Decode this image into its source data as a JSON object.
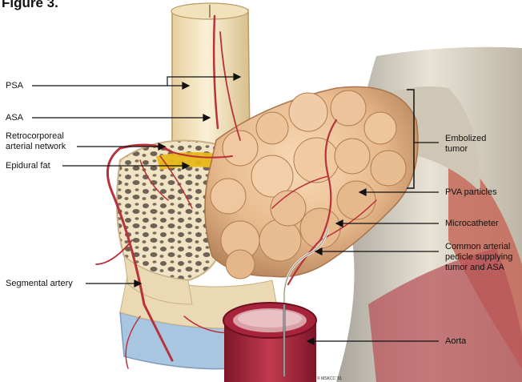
{
  "figure": {
    "title": "Figure 3.",
    "credit": "© MSKCC '01"
  },
  "labels": {
    "psa": "PSA",
    "asa": "ASA",
    "retrocorporeal": "Retrocorporeal\narterial network",
    "epidural_fat": "Epidural fat",
    "segmental_artery": "Segmental artery",
    "embolized_tumor": "Embolized\ntumor",
    "pva_particles": "PVA particles",
    "microcatheter": "Microcatheter",
    "common_arterial_pedicle": "Common arterial\npedicle supplying\ntumor and ASA",
    "aorta": "Aorta"
  },
  "colors": {
    "bone_light": "#f3e6c4",
    "bone_shadow": "#d8c08e",
    "tumor": "#e8b98c",
    "tumor_dark": "#c98f62",
    "artery_red": "#b8323c",
    "aorta_outer": "#a8243a",
    "fat_yellow": "#e8b81a",
    "disc_blue": "#a9c6e0",
    "muscle_red": "#c56a5a"
  }
}
